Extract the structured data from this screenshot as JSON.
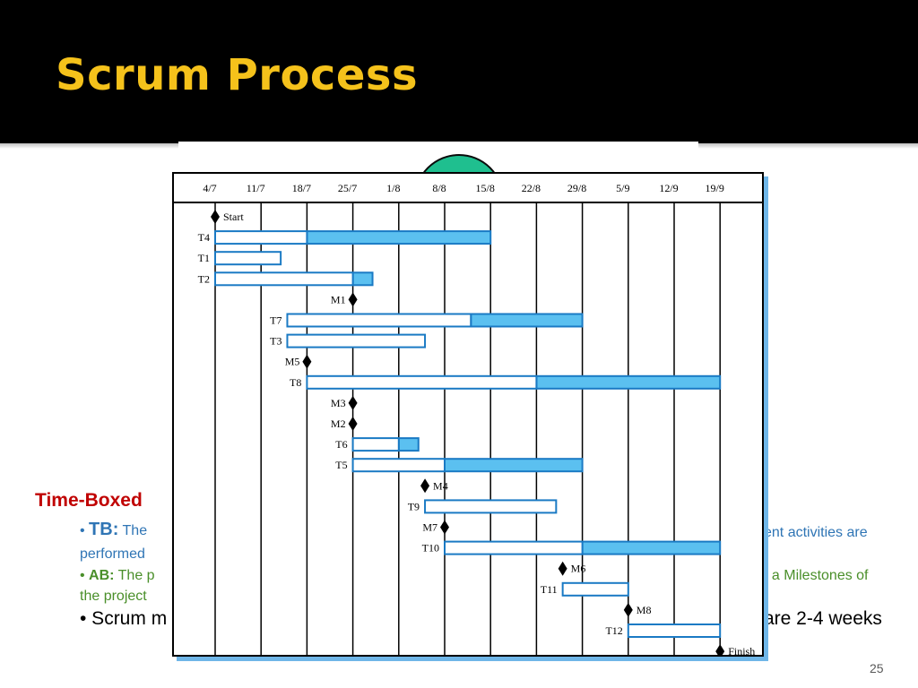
{
  "slide": {
    "title": "Scrum Process",
    "page_number": "25"
  },
  "body": {
    "heading": "Time-Boxed",
    "tb_key": "TB:",
    "tb_text": "The",
    "tb_right": "ent activities are",
    "tb_cont": "performed",
    "ab_key": "AB:",
    "ab_text": "The p",
    "ab_right": "t a Milestones of",
    "ab_cont": "the project",
    "scrum_text": "• Scrum m",
    "scrum_right": "are 2-4 weeks"
  },
  "colors": {
    "title": "#f5c21b",
    "header": "#000000",
    "bar_fill": "#5bc0f0",
    "bar_border": "#1a7ac4",
    "heading_red": "#c00000",
    "tb_blue": "#2f75b5",
    "ab_green": "#4a8f2a"
  },
  "chart_data": {
    "type": "gantt",
    "dates": [
      "4/7",
      "11/7",
      "18/7",
      "25/7",
      "1/8",
      "8/8",
      "15/8",
      "22/8",
      "29/8",
      "5/9",
      "12/9",
      "19/9"
    ],
    "tasks": [
      {
        "label": "Start",
        "type": "milestone",
        "start": "4/7"
      },
      {
        "label": "T4",
        "type": "task",
        "start": "4/7",
        "split": "18/7",
        "end": "15/8"
      },
      {
        "label": "T1",
        "type": "task",
        "start": "4/7",
        "split": "14/7",
        "end": "14/7"
      },
      {
        "label": "T2",
        "type": "task",
        "start": "4/7",
        "split": "25/7",
        "end": "28/7"
      },
      {
        "label": "M1",
        "type": "milestone",
        "start": "25/7"
      },
      {
        "label": "T7",
        "type": "task",
        "start": "15/7",
        "split": "12/8",
        "end": "29/8"
      },
      {
        "label": "T3",
        "type": "task",
        "start": "15/7",
        "split": "5/8",
        "end": "5/8"
      },
      {
        "label": "M5",
        "type": "milestone",
        "start": "18/7"
      },
      {
        "label": "T8",
        "type": "task",
        "start": "18/7",
        "split": "22/8",
        "end": "19/9"
      },
      {
        "label": "M3",
        "type": "milestone",
        "start": "25/7"
      },
      {
        "label": "M2",
        "type": "milestone",
        "start": "25/7"
      },
      {
        "label": "T6",
        "type": "task",
        "start": "25/7",
        "split": "1/8",
        "end": "4/8"
      },
      {
        "label": "T5",
        "type": "task",
        "start": "25/7",
        "split": "8/8",
        "end": "29/8"
      },
      {
        "label": "M4",
        "type": "milestone",
        "start": "5/8"
      },
      {
        "label": "T9",
        "type": "task",
        "start": "5/8",
        "split": "25/8",
        "end": "25/8"
      },
      {
        "label": "M7",
        "type": "milestone",
        "start": "8/8"
      },
      {
        "label": "T10",
        "type": "task",
        "start": "8/8",
        "split": "29/8",
        "end": "19/9"
      },
      {
        "label": "M6",
        "type": "milestone",
        "start": "26/8"
      },
      {
        "label": "T11",
        "type": "task",
        "start": "26/8",
        "split": "5/9",
        "end": "5/9"
      },
      {
        "label": "M8",
        "type": "milestone",
        "start": "5/9"
      },
      {
        "label": "T12",
        "type": "task",
        "start": "5/9",
        "split": "19/9",
        "end": "19/9"
      },
      {
        "label": "Finish",
        "type": "milestone",
        "start": "19/9"
      }
    ]
  }
}
